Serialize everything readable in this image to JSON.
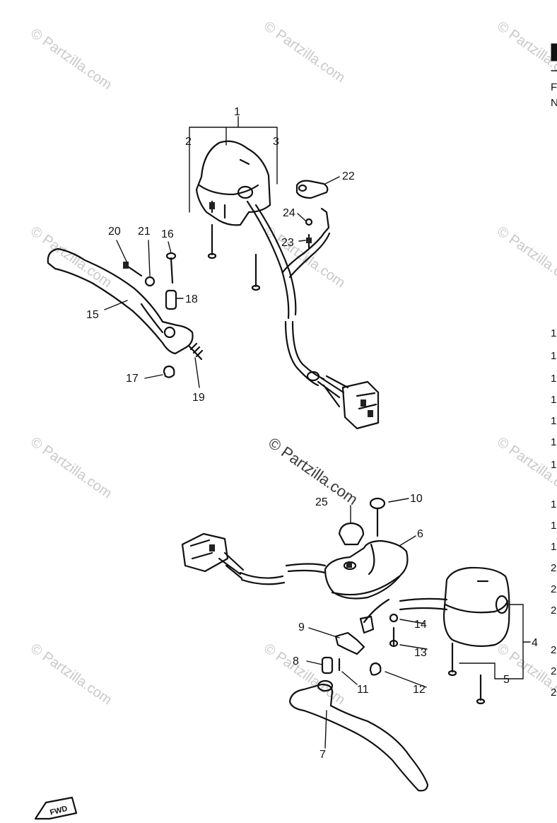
{
  "watermark": {
    "text": "© Partzilla.com",
    "center_text": "© Partzilla.com"
  },
  "callouts": {
    "c1": "1",
    "c2": "2",
    "c3": "3",
    "c4": "4",
    "c5": "5",
    "c6": "6",
    "c7": "7",
    "c8": "8",
    "c9": "9",
    "c10": "10",
    "c11": "11",
    "c12": "12",
    "c13": "13",
    "c14": "14",
    "c15": "15",
    "c16": "16",
    "c17": "17",
    "c18": "18",
    "c19": "19",
    "c20": "20",
    "c21": "21",
    "c22": "22",
    "c23": "23",
    "c24": "24",
    "c25": "25"
  },
  "fwd_tag": "FWD",
  "right_edge": {
    "letters": [
      "F",
      "N"
    ],
    "digits": [
      "1",
      "1",
      "1",
      "1",
      "1",
      "1",
      "1",
      "1",
      "1",
      "1",
      "2",
      "2",
      "2",
      "2",
      "2",
      "2"
    ]
  }
}
